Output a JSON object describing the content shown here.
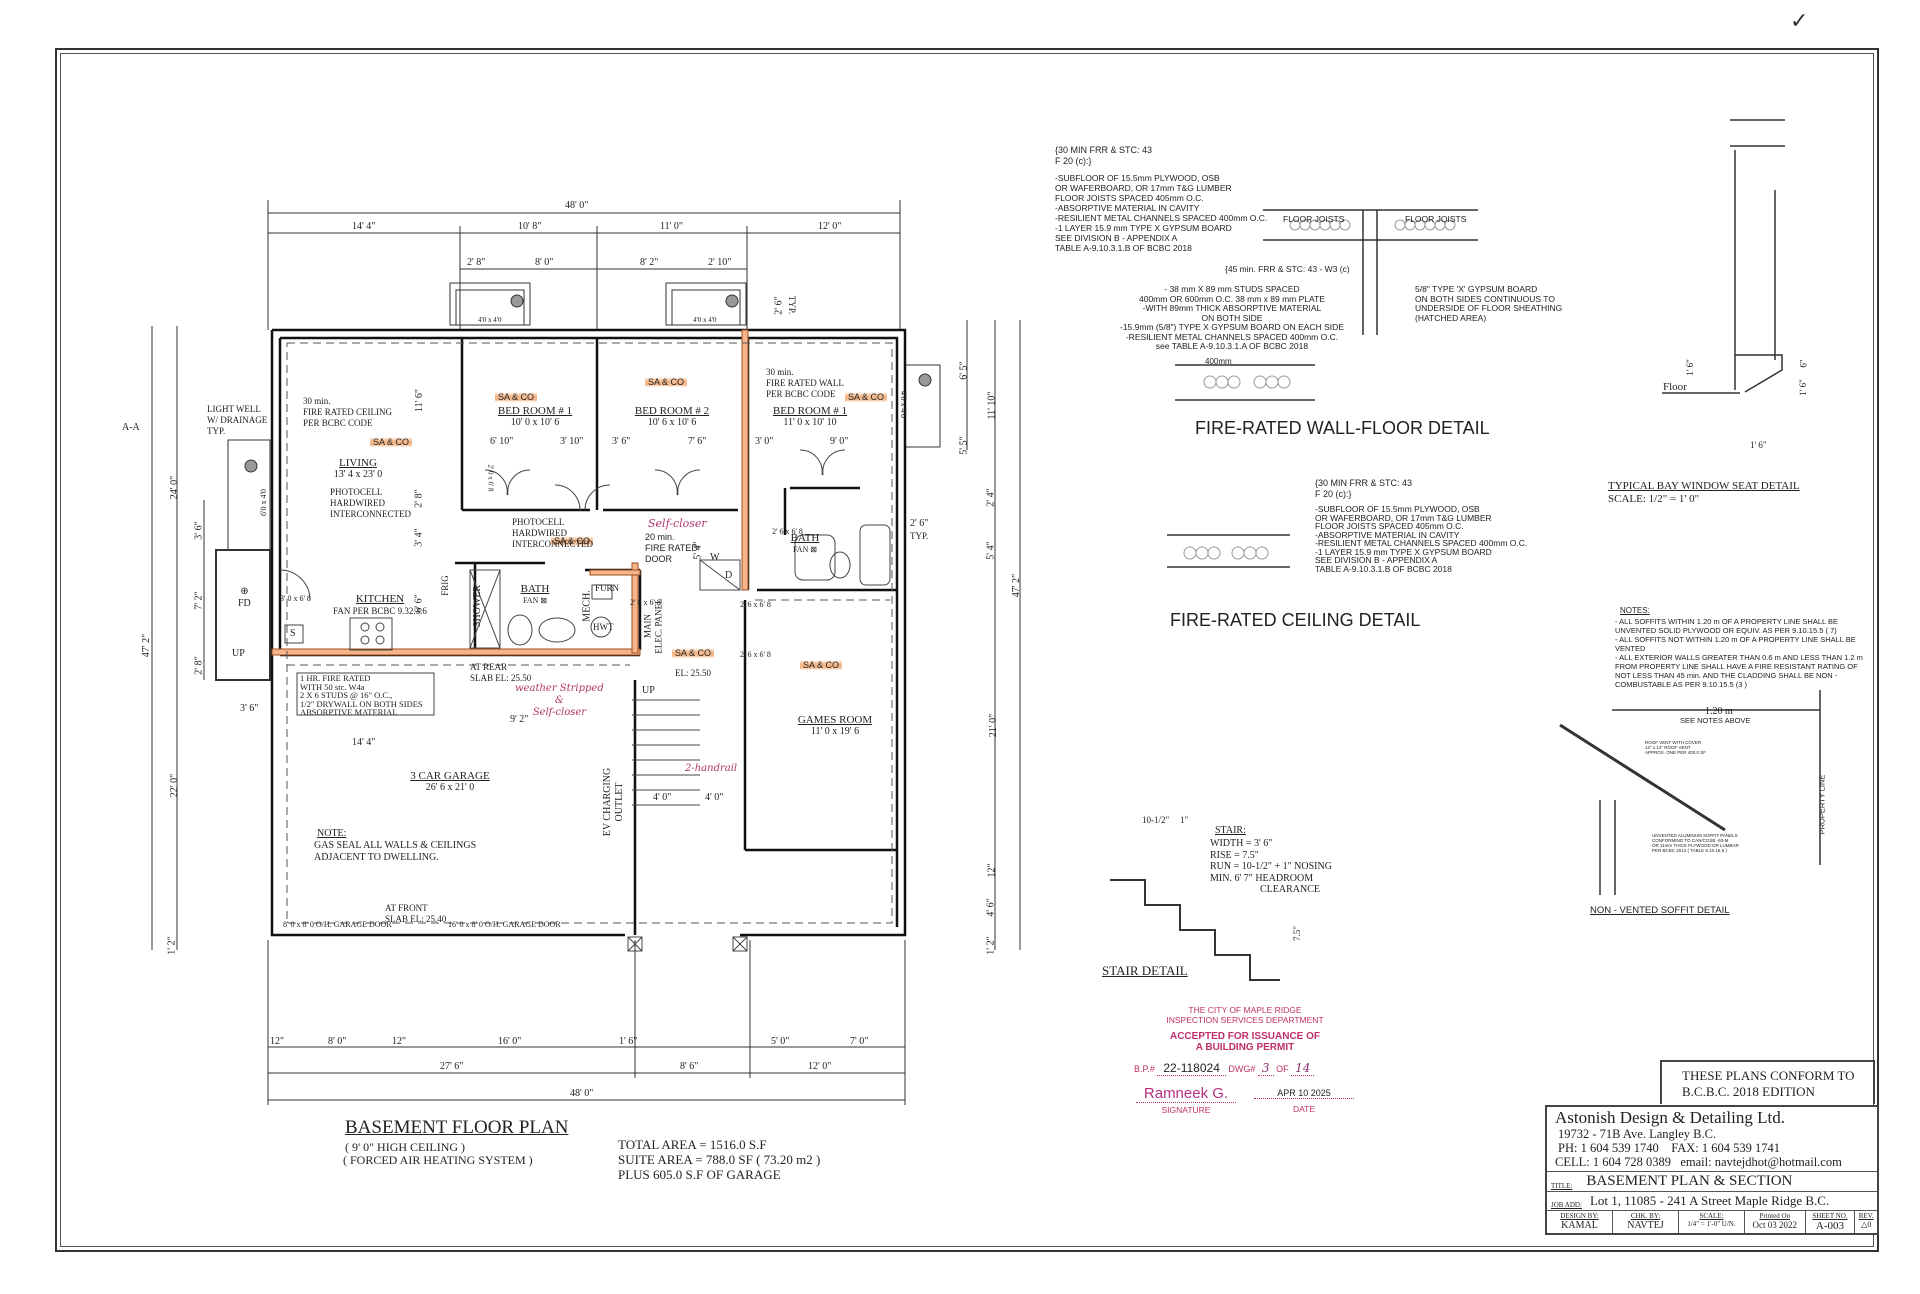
{
  "sheet": {
    "checkmark": "✓"
  },
  "floor_plan": {
    "title": "BASEMENT FLOOR PLAN",
    "subtitle_1": "( 9' 0\" HIGH CEILING )",
    "subtitle_2": "( FORCED AIR HEATING SYSTEM )",
    "areas": {
      "total": "TOTAL AREA = 1516.0 S.F",
      "suite": "SUITE AREA = 788.0 SF ( 73.20 m2 )",
      "garage": "PLUS 605.0 S.F OF GARAGE"
    },
    "top_dimensions": {
      "overall": "48' 0\"",
      "segments": [
        "14' 4\"",
        "10' 8\"",
        "11' 0\"",
        "12' 0\""
      ],
      "sub_segments": [
        "2' 8\"",
        "8' 0\"",
        "8' 2\"",
        "2' 10\""
      ],
      "window_well_offset": "2' 6\"",
      "window_well_offset_note": "TYP.",
      "windows": [
        "4'0 x 4'0",
        "4'0 x 4'0"
      ]
    },
    "bottom_dimensions": {
      "row1": [
        "12\"",
        "8' 0\"",
        "12\"",
        "16' 0\"",
        "1' 6\"",
        "5' 0\"",
        "7' 0\""
      ],
      "row2": [
        "27' 6\"",
        "8' 6\"",
        "12' 0\""
      ],
      "overall": "48' 0\""
    },
    "left_dimensions": {
      "overall": "47' 2\"",
      "upper": "24' 0\"",
      "lower": "22' 0\"",
      "last": "1' 2\"",
      "sub": [
        "3' 6\"",
        "7' 2\"",
        "2' 8\"",
        "3' 6\""
      ],
      "section_marker": "A-A"
    },
    "right_dimensions": {
      "overall": "47' 2\"",
      "segments": [
        "11' 10\"",
        "2' 4\"",
        "5' 4\"",
        "21' 0\"",
        "12\"",
        "4' 6\"",
        "1' 2\""
      ],
      "sub": [
        "6' 5\"",
        "5' 5\""
      ],
      "window": "4'0 x 4'0",
      "offset": "2' 6\"",
      "offset_note": "TYP."
    },
    "rooms": [
      {
        "name": "LIVING",
        "size": "13' 4 x 23' 0"
      },
      {
        "name": "BED ROOM # 1",
        "size": "10' 0 x 10' 6"
      },
      {
        "name": "BED ROOM # 2",
        "size": "10' 6 x 10' 6"
      },
      {
        "name": "BED ROOM # 1",
        "size": "11' 0 x 10' 10"
      },
      {
        "name": "KITCHEN",
        "size": "FAN PER BCBC 9.32.3.6"
      },
      {
        "name": "BATH",
        "size": "FAN"
      },
      {
        "name": "BATH",
        "size": "FAN"
      },
      {
        "name": "GAMES ROOM",
        "size": "11' 0 x 19' 6"
      },
      {
        "name": "3 CAR GARAGE",
        "size": "26' 6 x 21' 0"
      }
    ],
    "interior_dims": {
      "bed1": [
        "6' 10\"",
        "3' 10\""
      ],
      "bed2": [
        "3' 6\"",
        "7' 6\""
      ],
      "bed3": [
        "3' 0\"",
        "9' 0\""
      ],
      "living_v": [
        "11' 6\"",
        "2' 8\"",
        "3' 4\""
      ],
      "kitchen_v": "6' 6\"",
      "hall_v": "5' 4\"",
      "garage_w": "14' 4\"",
      "garage_v": "9' 2\"",
      "hall_w": "4' 0\"",
      "stair_w": [
        "4' 0\"",
        "4' 0\""
      ]
    },
    "door_tags": [
      "2' 0 x 6' 8",
      "2' 8 x 6' 8",
      "2' 6 x 6' 8",
      "3' 0 x 6' 8"
    ],
    "labels": {
      "sa_co": "SA & CO",
      "light_well": "LIGHT WELL\nW/ DRAINAGE\nTYP.",
      "living_ceiling": "30 min.\nFIRE RATED CEILING\nPER BCBC CODE",
      "bed3_wall": "30 min.\nFIRE RATED WALL\nPER BCBC CODE",
      "photocell_1": "PHOTOCELL\nHARDWIRED\nINTERCONNECTED",
      "photocell_2": "PHOTOCELL\nHARDWIRED\nINTERCONNECTED",
      "fire_door": "20 min.\nFIRE RATED\nDOOR",
      "fd": "FD",
      "up_1": "UP",
      "up_2": "UP",
      "sink": "S",
      "frig": "FRIG",
      "shower": "SHOWER",
      "mech": "MECH.",
      "furn": "FURN",
      "hwt": "HWT",
      "washer": "W",
      "dryer": "D",
      "main_elec": "MAIN\nELEC. PANEL",
      "el": "EL: 25.50",
      "at_rear": "AT REAR\nSLAB EL: 25.50",
      "at_front": "AT FRONT\nSLAB EL: 25.40",
      "fire_wall_note": "1 HR. FIRE RATED\nWITH 50 stc. W4a\n2 X 6 STUDS @ 16\" O.C.,\n1/2\" DRYWALL ON BOTH SIDES\nABSORPTIVE MATERIAL",
      "garage_note_title": "NOTE:",
      "garage_note": "GAS SEAL ALL WALLS & CEILINGS\nADJACENT TO DWELLING.",
      "ev": "EV CHARGING\nOUTLET",
      "garage_door_1": "8' 0 x 8' 0 O/H. GARAGE DOOR",
      "garage_door_2": "16' 0 x 8' 0 O/H. GARAGE DOOR",
      "window_side": "6'0 x 4'0"
    },
    "handwritten": {
      "self_closer": "Self-closer",
      "weather": "weather Stripped\n&\nSelf-closer",
      "handrail": "2-handrail"
    }
  },
  "wall_floor_detail": {
    "title": "FIRE-RATED WALL-FLOOR DETAIL",
    "rating_header": "{30 MIN FRR & STC: 43\nF 20 (c):}",
    "floor_spec": "-SUBFLOOR OF 15.5mm PLYWOOD, OSB\nOR WAFERBOARD, OR 17mm T&G LUMBER\nFLOOR JOISTS SPACED 405mm O.C.\n-ABSORPTIVE MATERIAL IN CAVITY\n-RESILIENT METAL CHANNELS SPACED 400mm O.C.\n-1 LAYER 15.9 mm TYPE X GYPSUM BOARD\nSEE DIVISION B - APPENDIX A\nTABLE A-9.10.3.1.B OF BCBC 2018",
    "joist_label_left": "FLOOR JOISTS",
    "joist_label_right": "FLOOR JOISTS",
    "wall_rating": "{45 min. FRR & STC: 43  - W3 (c)",
    "wall_spec": "- 38 mm X 89 mm STUDS SPACED\n400mm OR 600mm O.C. 38 mm x 89 mm PLATE\n-WITH 89mm THICK ABSORPTIVE MATERIAL\nON BOTH SIDE\n-15.9mm (5/8\") TYPE X GYPSUM BOARD ON EACH SIDE\n-RESILIENT METAL CHANNELS SPACED 400mm O.C.\nsee TABLE A-9.10.3.1.A OF BCBC 2018",
    "gypsum_note": "5/8\" TYPE 'X' GYPSUM BOARD\nON BOTH SIDES CONTINUOUS TO\nUNDERSIDE OF FLOOR SHEATHING\n(HATCHED AREA)",
    "spacing": "400mm"
  },
  "ceiling_detail": {
    "title": "FIRE-RATED CEILING DETAIL",
    "rating_header": "{30 MIN FRR & STC: 43\nF 20 (c):}",
    "spec": "-SUBFLOOR OF 15.5mm PLYWOOD, OSB\nOR WAFERBOARD, OR 17mm T&G LUMBER\nFLOOR JOISTS SPACED 405mm O.C.\n-ABSORPTIVE MATERIAL IN CAVITY\n-RESILIENT METAL CHANNELS SPACED 400mm O.C.\n-1 LAYER 15.9 mm TYPE X GYPSUM BOARD\nSEE DIVISION B - APPENDIX A\nTABLE A-9.10.3.1.B OF BCBC 2018"
  },
  "bay_window_detail": {
    "title": "TYPICAL BAY WINDOW SEAT DETAIL",
    "scale": "SCALE: 1/2\" = 1' 0\"",
    "floor_label": "Floor",
    "dims": [
      "1' 6\"",
      "6\"",
      "1' 6\"",
      "1' 6\""
    ]
  },
  "soffit_detail": {
    "title": "NON - VENTED SOFFIT DETAIL",
    "notes_title": "NOTES:",
    "notes": [
      "- ALL SOFFITS WITHIN 1.20 m OF A PROPERTY LINE SHALL BE UNVENTED SOLID PLYWOOD OR EQUIV. AS PER 9.10.15.5 ( 7)",
      "- ALL SOFFITS NOT WITHIN 1.20 m OF A PROPERTY LINE SHALL BE VENTED",
      "- ALL EXTERIOR WALLS GREATER THAN 0.6 m AND LESS THAN 1.2 m FROM PROPERTY LINE SHALL HAVE A FIRE RESISTANT RATING OF NOT LESS THAN 45 min. AND THE CLADDING SHALL BE NON - COMBUSTABLE AS PER 9.10.15.5 (3 )"
    ],
    "dimension": "1.20 m",
    "dimension_note": "SEE NOTES ABOVE",
    "property_line": "PROPERTY LINE",
    "roof_vent": "ROOF VENT WITH COVER\n12\" x 12\" ROOF VENT\nAPPROX. ONE PER 400.0 SF",
    "soffit_panels": "UNVENTED ALUMINUM SOFFIT PANELS\nCONFORMING TO CAN/CGSB -93-M\nOR 11mm THICK PLYWOOD OR LUMBAR\nPER BCBC 2012 ( TABLE 9.10.15.5 )"
  },
  "stair_detail": {
    "title": "STAIR DETAIL",
    "header": "STAIR:",
    "width": "WIDTH    = 3' 6\"",
    "rise": "RISE    = 7.5\"",
    "run": "RUN    = 10-1/2\" + 1\" NOSING",
    "headroom": "MIN.  6' 7\" HEADROOM",
    "clearance": "CLEARANCE",
    "tread_dim": "10-1/2\"",
    "nosing_dim": "1\"",
    "rise_dim": "7.5\""
  },
  "stamp": {
    "line1": "THE CITY OF MAPLE RIDGE",
    "line2": "INSPECTION SERVICES DEPARTMENT",
    "line3": "ACCEPTED FOR ISSUANCE OF",
    "line4": "A BUILDING PERMIT",
    "bp_label": "B.P.#",
    "bp_number": "22-118024",
    "dwg_label": "DWG#",
    "dwg_number": "3",
    "of_label": "OF",
    "of_number": "14",
    "signature": "Ramneek G.",
    "date": "APR 10 2025",
    "signature_label": "SIGNATURE",
    "date_label": "DATE"
  },
  "title_block": {
    "conform_1": "THESE PLANS CONFORM TO",
    "conform_2": "B.C.B.C. 2018 EDITION",
    "company": "Astonish Design & Detailing Ltd.",
    "address": "19732 - 71B Ave. Langley B.C.",
    "phone": "PH: 1 604 539 1740    FAX: 1 604 539 1741",
    "cell": "CELL: 1 604 728 0389   email: navtejdhot@hotmail.com",
    "title_label": "TITLE:",
    "title": "BASEMENT PLAN & SECTION",
    "job_label": "JOB ADD:",
    "job": "Lot 1, 11085 - 241 A Street Maple Ridge B.C.",
    "fields": [
      {
        "label": "DESIGN BY:",
        "value": "KAMAL"
      },
      {
        "label": "CHK. BY:",
        "value": "NAVTEJ"
      },
      {
        "label": "SCALE:",
        "value": "1/4\" = 1'-0\" U/N."
      },
      {
        "label": "Printed On",
        "value": "Oct 03 2022"
      },
      {
        "label": "SHEET NO.",
        "value": "A-003"
      },
      {
        "label": "REV.",
        "value": "0"
      }
    ]
  }
}
